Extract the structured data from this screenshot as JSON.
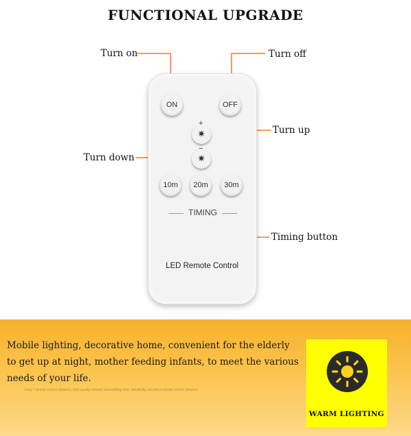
{
  "title": "FUNCTIONAL UPGRADE",
  "remote": {
    "on": "ON",
    "off": "OFF",
    "plus": "+",
    "minus": "−",
    "t10": "10m",
    "t20": "20m",
    "t30": "30m",
    "timing": "TIMING",
    "label": "LED Remote Control"
  },
  "labels": {
    "turn_on": "Turn on",
    "turn_off": "Turn off",
    "turn_up": "Turn up",
    "turn_down": "Turn down",
    "timing_button": "Timing button"
  },
  "description": "Mobile lighting, decorative home, convenient for the elderly to get up at night, mother feeding infants, to meet the various needs of your life.",
  "fine_print": "Long 7 remote control distance, high quality infrared transmitting tube, sensitivity, excellent remote-control distance",
  "badge": {
    "text": "WARM LIGHTING",
    "icon": "sun-icon"
  },
  "colors": {
    "callout": "#f07b2c",
    "band": "#f6b12c",
    "badge": "#ffff00"
  }
}
